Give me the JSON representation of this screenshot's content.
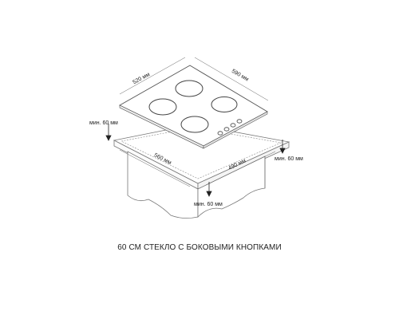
{
  "dimensions": {
    "width_left": "520 мм",
    "width_right": "590 мм",
    "cutout_left": "560 мм",
    "cutout_right": "490 мм",
    "clearance_back": "мин. 60 мм",
    "clearance_side": "мин. 60 мм",
    "clearance_bottom": "мин. 60 мм"
  },
  "caption": "60 СМ СТЕКЛО С БОКОВЫМИ КНОПКАМИ"
}
